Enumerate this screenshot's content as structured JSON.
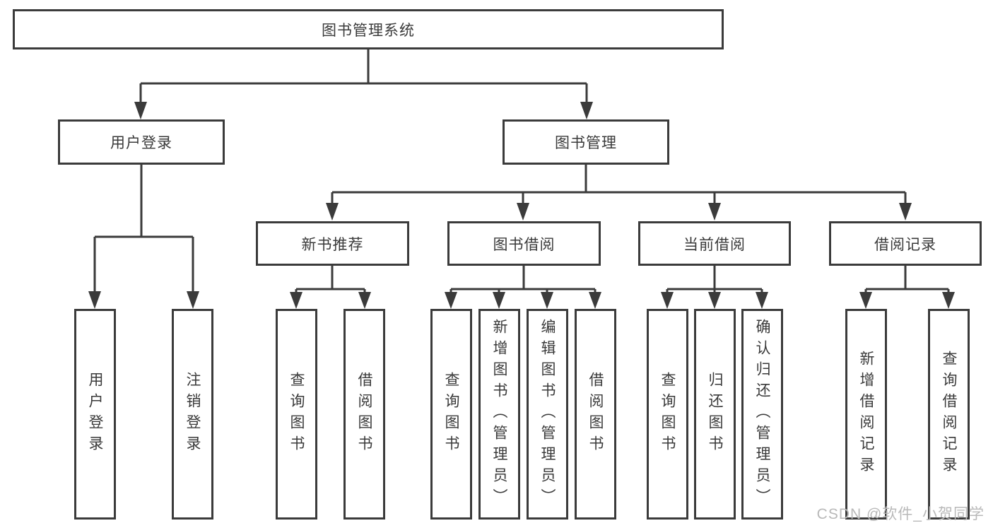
{
  "colors": {
    "line": "#3b3b3b",
    "border": "#3b3b3b",
    "text": "#3a3a3a",
    "background": "#ffffff",
    "watermark": "#b9b9b9"
  },
  "watermark": "CSDN @软件_小贺同学",
  "tree": {
    "root": {
      "label": "图书管理系统"
    },
    "branches": [
      {
        "label": "用户登录",
        "leaves": [
          {
            "label": "用户登录"
          },
          {
            "label": "注销登录"
          }
        ]
      },
      {
        "label": "图书管理",
        "groups": [
          {
            "label": "新书推荐",
            "leaves": [
              {
                "label": "查询图书"
              },
              {
                "label": "借阅图书"
              }
            ]
          },
          {
            "label": "图书借阅",
            "leaves": [
              {
                "label": "查询图书"
              },
              {
                "label": "新增图书（管理员）"
              },
              {
                "label": "编辑图书（管理员）"
              },
              {
                "label": "借阅图书"
              }
            ]
          },
          {
            "label": "当前借阅",
            "leaves": [
              {
                "label": "查询图书"
              },
              {
                "label": "归还图书"
              },
              {
                "label": "确认归还（管理员）"
              }
            ]
          },
          {
            "label": "借阅记录",
            "leaves": [
              {
                "label": "新增借阅记录"
              },
              {
                "label": "查询借阅记录"
              }
            ]
          }
        ]
      }
    ]
  }
}
